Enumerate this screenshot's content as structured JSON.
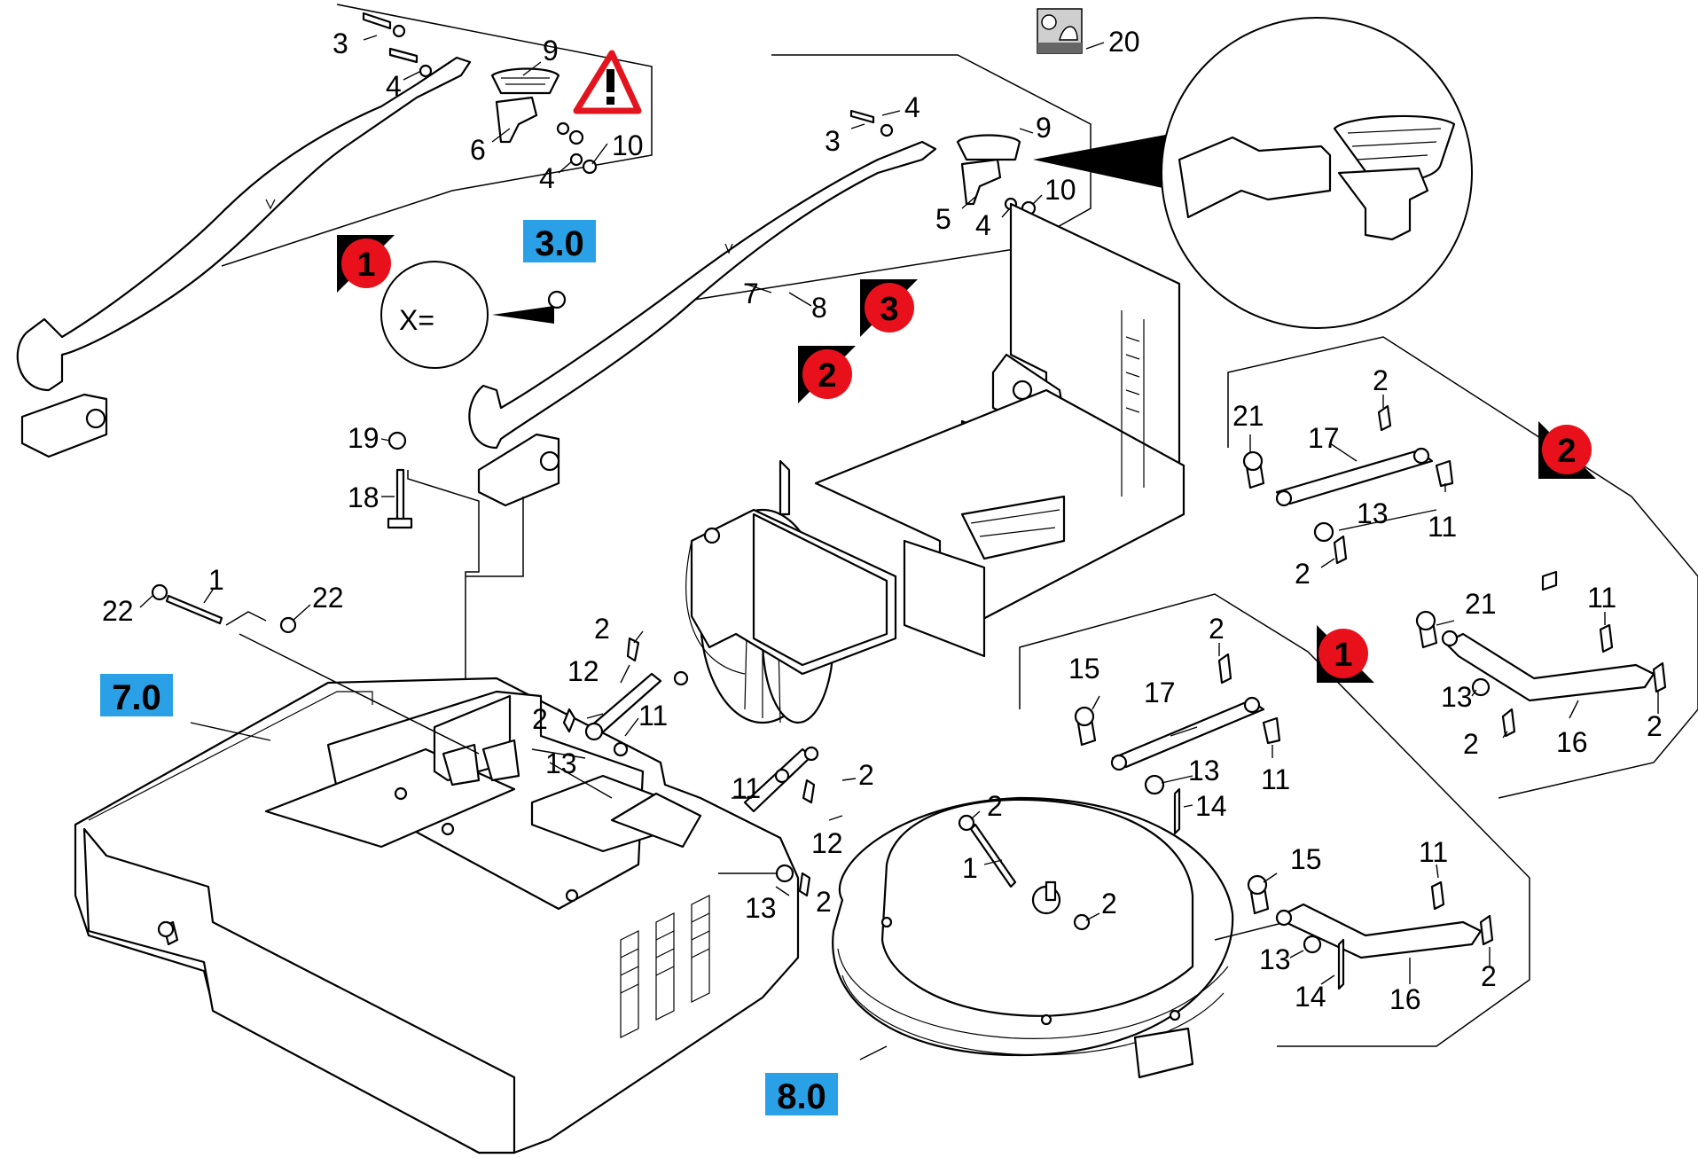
{
  "colors": {
    "reference_box": "#2aa0e6",
    "marker_red": "#e8111b",
    "warning_red": "#e2141d",
    "line": "#000000"
  },
  "reference_boxes": [
    "3.0",
    "7.0",
    "8.0"
  ],
  "position_markers": [
    "1",
    "3",
    "2",
    "2",
    "1"
  ],
  "warning_icon": "warning-triangle",
  "detail_callout": "X=",
  "part_numbers": {
    "upper_left_assembly": [
      "3",
      "9",
      "4",
      "6",
      "10",
      "4"
    ],
    "handle_assembly": [
      "20",
      "4",
      "3",
      "9",
      "10",
      "5",
      "4",
      "7",
      "8"
    ],
    "handle_base": [
      "19",
      "18"
    ],
    "main_body": [
      "22",
      "1",
      "22",
      "2",
      "12",
      "2",
      "11",
      "13",
      "11",
      "2",
      "12",
      "13",
      "2"
    ],
    "right_upper_panel": [
      "2",
      "21",
      "17",
      "11",
      "13",
      "2",
      "21",
      "11",
      "13",
      "2",
      "16",
      "2"
    ],
    "right_lower_panel": [
      "2",
      "15",
      "17",
      "13",
      "11",
      "14",
      "2",
      "1",
      "2",
      "15",
      "11",
      "13",
      "14",
      "16",
      "2"
    ]
  }
}
